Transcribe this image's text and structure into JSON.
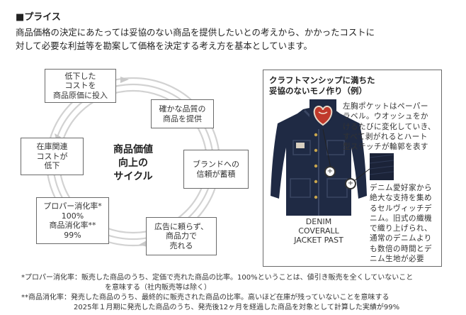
{
  "section": {
    "title": "■プライス"
  },
  "intro": {
    "line1": "商品価格の決定にあたっては妥協のない商品を提供したいとの考えから、かかったコストに",
    "line2": "対して必要な利益等を勘案して価格を決定する考え方を基本としています。"
  },
  "cycle": {
    "center_title": "商品価値\n向上の\nサイクル",
    "boxes": {
      "reinvest": "低下した\nコストを\n商品原価に投入",
      "quality": "確かな品質の\n商品を提供",
      "brand": "ブランドへの\n信頼が蓄積",
      "ads": "広告に頼らず、\n商品力で\n売れる",
      "rate": "プロパー消化率*\n100%\n商品消化率**\n99%",
      "inventory": "在庫関連\nコストが\n低下"
    }
  },
  "panel": {
    "title": "クラフトマンシップに満ちた\n妥協のないモノ作り（例）",
    "pocket_note": "左胸ポケットはペーパー\nラベル。ウオッシュをか\nけるたびに変化していき、\nすべて剥がれるとハート\n型ステッチが輪郭を表す",
    "denim_note": "デニム愛好家から\n絶大な支持を集め\nるセルヴィッチデ\nニム。旧式の織機\nで織り上げられ、\n通常のデニムより\nも数倍の時間とデ\nニム生地が必要",
    "product_label": "DENIM\nCOVERALL\nJACKET PAST"
  },
  "footnotes": {
    "f1_line1": "*プロパー消化率：販売した商品のうち、定価で売れた商品の比率。100%ということは、値引き販売を全くしていないこと",
    "f1_line2": "を意味する（社内販売等は除く）",
    "f2_line1": "**商品消化率：発売した商品のうち、最終的に販売された商品の比率。高いほど在庫が残っていないことを意味する",
    "f2_line2": "2025年１月期に発売した商品のうち、発売後12ヶ月を経過した商品を対象として計算した実績が99%"
  },
  "colors": {
    "denim": "#1f2a44",
    "ring": "#cfcfcf",
    "heart": "#c0392b"
  }
}
